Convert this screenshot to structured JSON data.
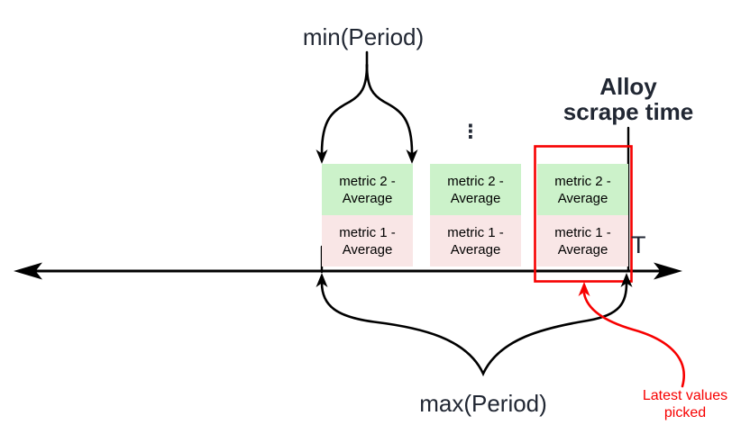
{
  "colors": {
    "background": "#ffffff",
    "ink": "#212733",
    "line": "#000000",
    "accent-red": "#f70000",
    "green-fill": "#ccf2ca",
    "pink-fill": "#f9e6e6",
    "metric-text": "#000000"
  },
  "annotations": {
    "min_period": "min(Period)",
    "max_period": "max(Period)",
    "alloy_scrape_time": "Alloy\nscrape time",
    "latest_values_picked": "Latest values\npicked",
    "continuation_ellipsis": "⋮",
    "time_axis_label": "T"
  },
  "icons": {
    "timeline_axis": "double-headed-horizontal-arrow",
    "min_period_brace": "split-curly-arrow-down",
    "max_period_brace": "curly-brace-arrows-up",
    "latest_values_arrow": "curved-red-arrow-up",
    "highlight_rect": "red-outline-rectangle"
  },
  "sample_groups": [
    {
      "metric2": "metric 2 -\nAverage",
      "metric1": "metric 1 -\nAverage"
    },
    {
      "metric2": "metric 2 -\nAverage",
      "metric1": "metric 1 -\nAverage"
    },
    {
      "metric2": "metric 2 -\nAverage",
      "metric1": "metric 1 -\nAverage"
    }
  ]
}
